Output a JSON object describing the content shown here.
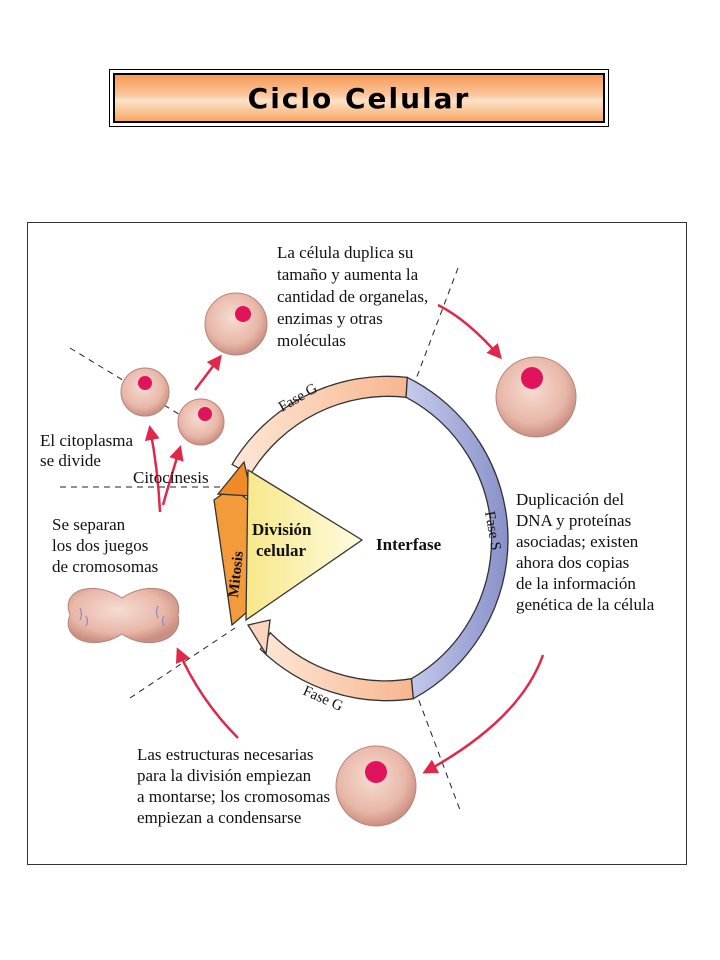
{
  "title": "Ciclo Celular",
  "labels": {
    "duplica_1": "La célula duplica su",
    "duplica_2": "tamaño y aumenta la",
    "duplica_3": "cantidad de organelas,",
    "duplica_4": "enzimas y otras",
    "duplica_5": "moléculas",
    "citoplasma_1": "El citoplasma",
    "citoplasma_2": "se divide",
    "citocinesis": "Citocinesis",
    "separan_1": "Se separan",
    "separan_2": "los dos juegos",
    "separan_3": "de cromosomas",
    "duplicacion_1": "Duplicación del",
    "duplicacion_2": "DNA y proteínas",
    "duplicacion_3": "asociadas; existen",
    "duplicacion_4": "ahora dos copias",
    "duplicacion_5": "de la información",
    "duplicacion_6": "genética de la célula",
    "estructuras_1": "Las estructuras necesarias",
    "estructuras_2": "para la división empiezan",
    "estructuras_3": "a montarse; los cromosomas",
    "estructuras_4": "empiezan a condensarse",
    "division_1": "División",
    "division_2": "celular",
    "interfase": "Interfase",
    "mitosis": "Mitosis",
    "fase_g1": "Fase G",
    "fase_s": "Fase S",
    "fase_g2": "Fase G"
  },
  "colors": {
    "phase_g": "#f9c9a4",
    "phase_s": "#9aa4d4",
    "mitosis": "#f39a3a",
    "division": "#fbf2a4",
    "cell": "#e6b4a6",
    "nucleus": "#e0145a",
    "arrow": "#e0284a"
  }
}
